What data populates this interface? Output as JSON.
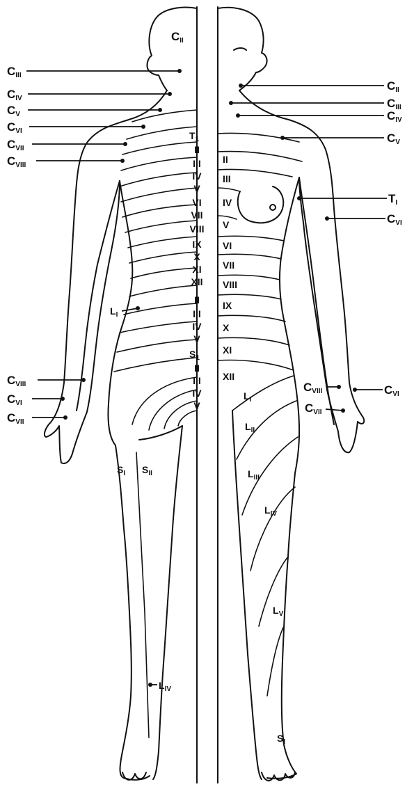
{
  "back_view": {
    "head_label": {
      "main": "C",
      "sub": "II"
    },
    "callouts": [
      {
        "main": "C",
        "sub": "III"
      },
      {
        "main": "C",
        "sub": "IV"
      },
      {
        "main": "C",
        "sub": "V"
      },
      {
        "main": "C",
        "sub": "VI"
      },
      {
        "main": "C",
        "sub": "VII"
      },
      {
        "main": "C",
        "sub": "VIII"
      },
      {
        "main": "C",
        "sub": "VIII"
      },
      {
        "main": "C",
        "sub": "VI"
      },
      {
        "main": "C",
        "sub": "VII"
      }
    ],
    "thoracic_first": {
      "main": "T",
      "sub": "1"
    },
    "thoracic_labels": [
      "II",
      "III",
      "IV",
      "V",
      "VI",
      "VII",
      "VIII",
      "IX",
      "X",
      "XI",
      "XII"
    ],
    "lumbar_first": {
      "main": "L",
      "sub": "I"
    },
    "lumbar_labels": [
      "II",
      "III",
      "IV",
      "V"
    ],
    "sacral_first": {
      "main": "S",
      "sub": "1"
    },
    "sacral_labels": [
      "II",
      "III",
      "IV",
      "V"
    ],
    "leg_labels": [
      {
        "main": "S",
        "sub": "I"
      },
      {
        "main": "S",
        "sub": "II"
      },
      {
        "main": "L",
        "sub": "IV"
      }
    ]
  },
  "front_view": {
    "callouts": [
      {
        "main": "C",
        "sub": "II"
      },
      {
        "main": "C",
        "sub": "III"
      },
      {
        "main": "C",
        "sub": "IV"
      },
      {
        "main": "C",
        "sub": "V"
      },
      {
        "main": "T",
        "sub": "I"
      },
      {
        "main": "C",
        "sub": "VI"
      },
      {
        "main": "C",
        "sub": "VIII"
      },
      {
        "main": "C",
        "sub": "VII"
      },
      {
        "main": "C",
        "sub": "VI"
      }
    ],
    "thoracic_labels": [
      "II",
      "III",
      "IV",
      "V",
      "VI",
      "VII",
      "VIII",
      "IX",
      "X",
      "XI",
      "XII"
    ],
    "leg_labels": [
      {
        "main": "L",
        "sub": "I"
      },
      {
        "main": "L",
        "sub": "II"
      },
      {
        "main": "L",
        "sub": "III"
      },
      {
        "main": "L",
        "sub": "IV"
      },
      {
        "main": "L",
        "sub": "V"
      },
      {
        "main": "S",
        "sub": "I"
      }
    ]
  }
}
